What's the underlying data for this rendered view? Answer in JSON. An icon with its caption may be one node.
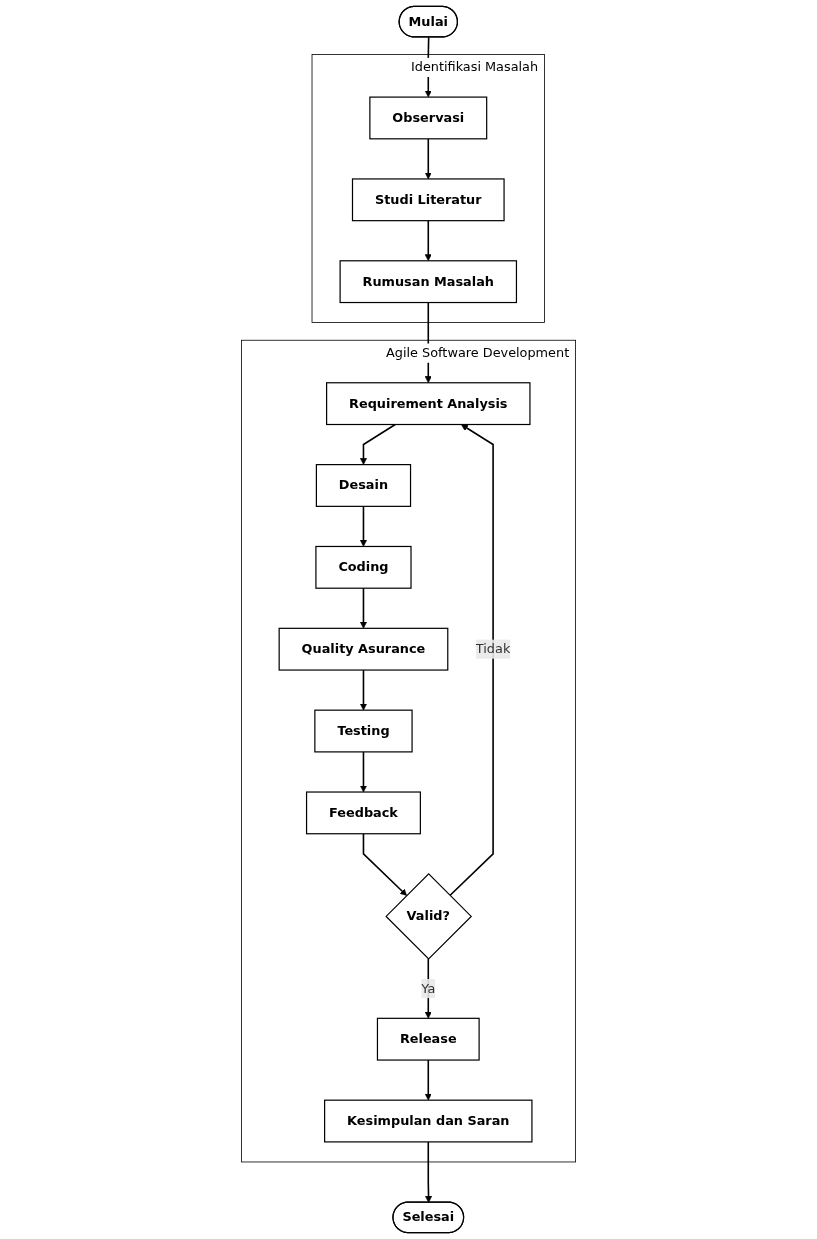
{
  "diagram": {
    "nodes": [
      {
        "text": [
          "Mulai"
        ]
      },
      {
        "text": [
          "Identifikasi Masalah"
        ]
      },
      {
        "text": [
          "Observasi"
        ],
        "in": 1
      },
      {
        "text": [
          "Studi Literatur"
        ],
        "in": 1
      },
      {
        "text": [
          "Rumusan Masalah"
        ],
        "in": 1
      },
      {
        "text": [
          "Agile Software Development"
        ]
      },
      {
        "text": [
          "Requirement Analysis"
        ],
        "in": 5
      },
      {
        "text": [
          "Desain"
        ],
        "in": 5
      },
      {
        "text": [
          "Coding"
        ],
        "in": 5
      },
      {
        "text": [
          "Quality Asurance"
        ],
        "in": 5
      },
      {
        "text": [
          "Testing"
        ],
        "in": 5
      },
      {
        "text": [
          "Feedback"
        ],
        "in": 5
      },
      {
        "text": [
          "Valid?"
        ],
        "in": 5
      },
      {
        "text": [
          "Release"
        ],
        "in": 5
      },
      {
        "text": [
          "Kesimpulan dan Saran"
        ],
        "in": 5
      },
      {
        "text": [
          "Selesai"
        ]
      }
    ],
    "edges": [
      {
        "from": 0,
        "to": 2,
        "arrow": "to"
      },
      {
        "from": 2,
        "to": 3,
        "arrow": "to"
      },
      {
        "from": 3,
        "to": 4,
        "arrow": "to"
      },
      {
        "from": 4,
        "to": 6,
        "arrow": "to"
      },
      {
        "from": 6,
        "to": 7,
        "arrow": "to"
      },
      {
        "from": 7,
        "to": 8,
        "arrow": "to"
      },
      {
        "from": 8,
        "to": 9,
        "arrow": "to"
      },
      {
        "from": 9,
        "to": 10,
        "arrow": "to"
      },
      {
        "from": 10,
        "to": 11,
        "arrow": "to"
      },
      {
        "from": 11,
        "to": 12,
        "arrow": "to"
      },
      {
        "from": 12,
        "to": 6,
        "label": "Tidak",
        "arrow": "to"
      },
      {
        "from": 12,
        "to": 13,
        "label": "Ya",
        "arrow": "to"
      },
      {
        "from": 13,
        "to": 14,
        "arrow": "to"
      },
      {
        "from": 14,
        "to": 15,
        "arrow": "to"
      }
    ]
  }
}
